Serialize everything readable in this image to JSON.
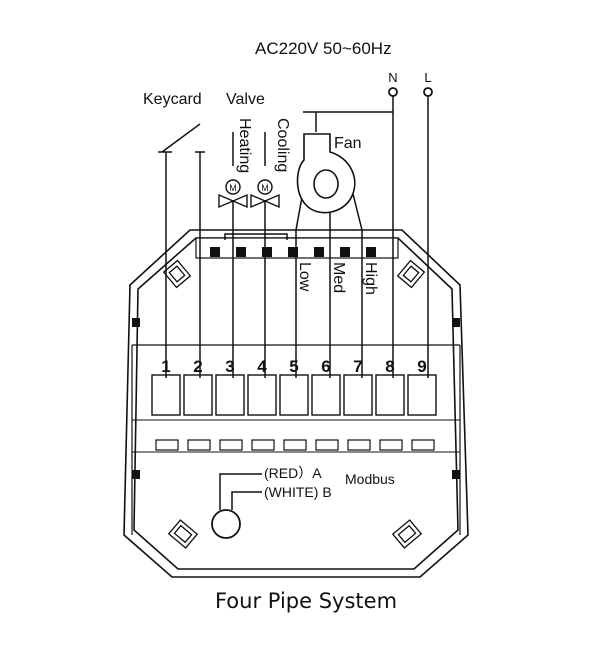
{
  "power": {
    "supply": "AC220V 50~60Hz",
    "neutral": "N",
    "live": "L"
  },
  "inputs": {
    "keycard": "Keycard",
    "valve": "Valve",
    "fan": "Fan",
    "heating": "Heating",
    "cooling": "Cooling",
    "motor_symbol": "M"
  },
  "fan_speeds": {
    "low": "Low",
    "med": "Med",
    "high": "High"
  },
  "terminals": [
    "1",
    "2",
    "3",
    "4",
    "5",
    "6",
    "7",
    "8",
    "9"
  ],
  "modbus": {
    "label": "Modbus",
    "wire_a": "(RED）A",
    "wire_b": "(WHITE) B"
  },
  "caption": "Four Pipe System"
}
